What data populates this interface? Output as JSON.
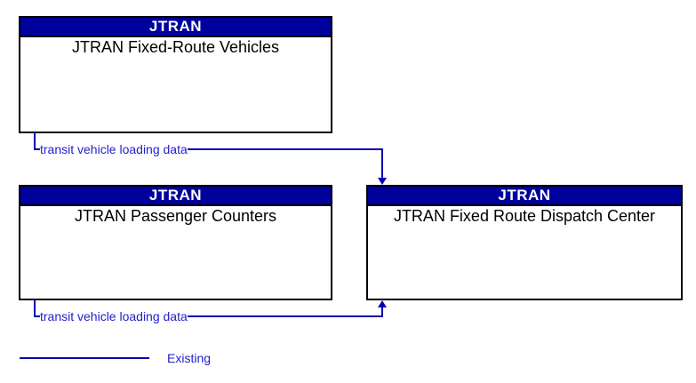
{
  "colors": {
    "canvas_bg": "#FFFFFF",
    "header_bg": "#00009C",
    "box_border": "#000000",
    "flow_line": "#0000B0",
    "flow_text": "#2121CC"
  },
  "boxes": [
    {
      "header": "JTRAN",
      "title": "JTRAN Fixed-Route Vehicles"
    },
    {
      "header": "JTRAN",
      "title": "JTRAN Passenger Counters"
    },
    {
      "header": "JTRAN",
      "title": "JTRAN Fixed Route Dispatch Center"
    }
  ],
  "flows": [
    {
      "label": "transit vehicle loading data",
      "from": "JTRAN Fixed-Route Vehicles",
      "to": "JTRAN Fixed Route Dispatch Center",
      "status": "existing"
    },
    {
      "label": "transit vehicle loading data",
      "from": "JTRAN Passenger Counters",
      "to": "JTRAN Fixed Route Dispatch Center",
      "status": "existing"
    }
  ],
  "legend": {
    "label": "Existing"
  }
}
